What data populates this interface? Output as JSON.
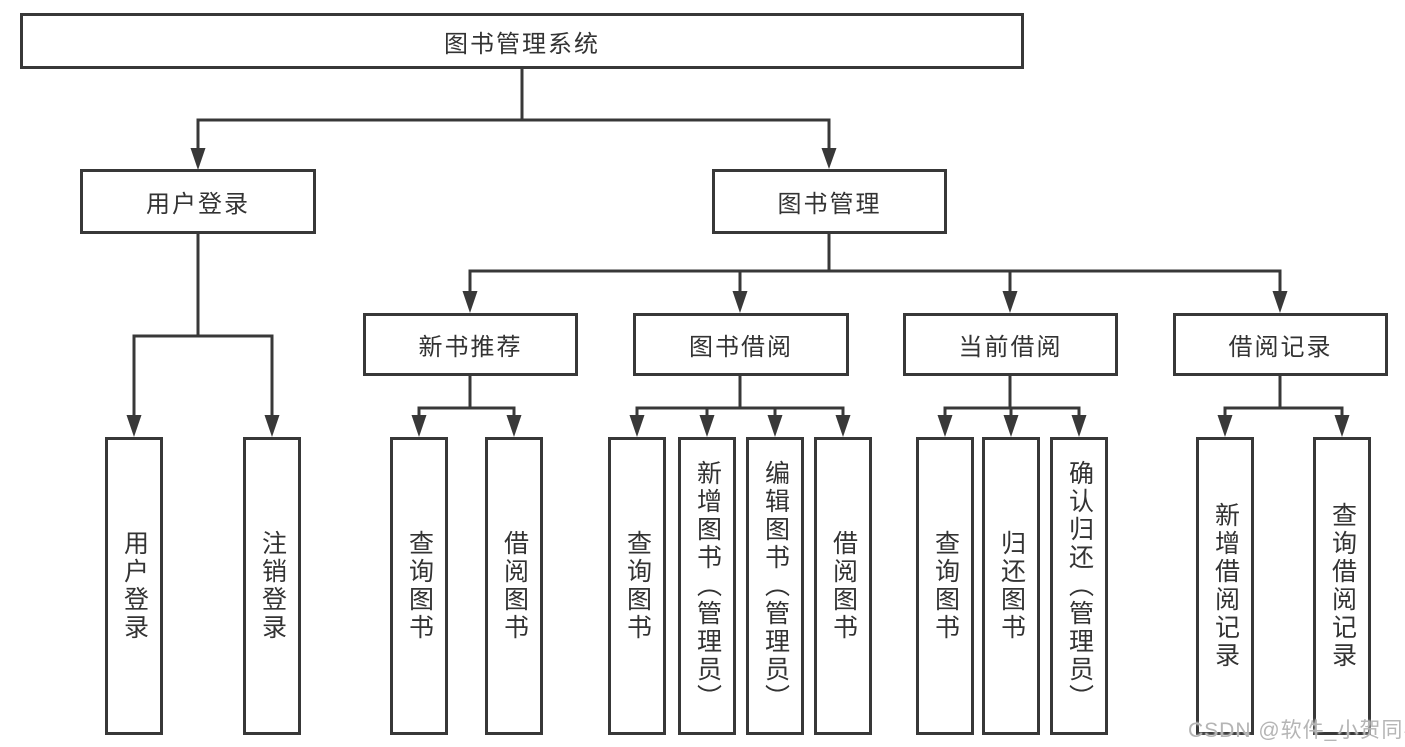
{
  "tree": {
    "root": {
      "label": "图书管理系统"
    },
    "branches": [
      {
        "label": "用户登录",
        "children": [
          {
            "label": "用户登录"
          },
          {
            "label": "注销登录"
          }
        ]
      },
      {
        "label": "图书管理",
        "children": [
          {
            "label": "新书推荐",
            "children": [
              {
                "label": "查询图书"
              },
              {
                "label": "借阅图书"
              }
            ]
          },
          {
            "label": "图书借阅",
            "children": [
              {
                "label": "查询图书"
              },
              {
                "label": "新增图书（管理员）"
              },
              {
                "label": "编辑图书（管理员）"
              },
              {
                "label": "借阅图书"
              }
            ]
          },
          {
            "label": "当前借阅",
            "children": [
              {
                "label": "查询图书"
              },
              {
                "label": "归还图书"
              },
              {
                "label": "确认归还（管理员）"
              }
            ]
          },
          {
            "label": "借阅记录",
            "children": [
              {
                "label": "新增借阅记录"
              },
              {
                "label": "查询借阅记录"
              }
            ]
          }
        ]
      }
    ]
  },
  "watermark": {
    "text": "CSDN @软件_小贺同学"
  },
  "colors": {
    "line": "#383838",
    "text": "#333333",
    "watermark": "#b5b5b5",
    "background": "#ffffff"
  }
}
